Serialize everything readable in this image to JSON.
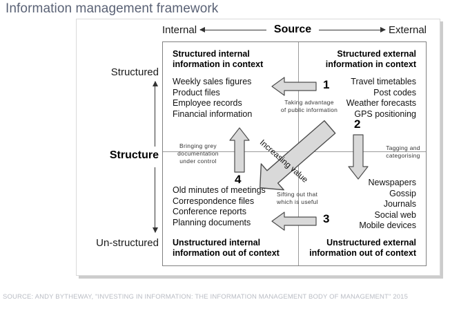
{
  "page": {
    "title": "Information management framework",
    "title_color": "#5a6275",
    "source_note": "SOURCE: ANDY BYTHEWAY, \"INVESTING IN INFORMATION: THE INFORMATION MANAGEMENT BODY OF MANAGEMENT\" 2015",
    "source_note_color": "#b9bcc4"
  },
  "axes": {
    "horizontal": {
      "label": "Source",
      "left_end": "Internal",
      "right_end": "External"
    },
    "vertical": {
      "label": "Structure",
      "top_end": "Structured",
      "bottom_end": "Un-structured"
    }
  },
  "quadrants": [
    {
      "id": "structured-internal",
      "heading": "Structured internal\ninformation in context",
      "heading_line1": "Structured internal",
      "heading_line2": "information in context",
      "align": "left",
      "items": [
        "Weekly sales figures",
        "Product files",
        "Employee records",
        "Financial information"
      ]
    },
    {
      "id": "structured-external",
      "heading_line1": "Structured external",
      "heading_line2": "information in context",
      "align": "right",
      "items": [
        "Travel timetables",
        "Post codes",
        "Weather forecasts",
        "GPS positioning"
      ]
    },
    {
      "id": "unstructured-internal",
      "heading_line1": "Unstructured internal",
      "heading_line2": "information out of context",
      "align": "left",
      "items": [
        "Old minutes of meetings",
        "Correspondence files",
        "Conference reports",
        "Planning documents"
      ]
    },
    {
      "id": "unstructured-external",
      "heading_line1": "Unstructured external",
      "heading_line2": "information out of context",
      "align": "right",
      "items": [
        "Newspapers",
        "Gossip",
        "Journals",
        "Social web",
        "Mobile devices"
      ]
    }
  ],
  "flows": [
    {
      "number": "1",
      "direction": "left",
      "caption_line1": "Taking  advantage",
      "caption_line2": "of public  information"
    },
    {
      "number": "2",
      "direction": "down",
      "caption_line1": "Tagging  and",
      "caption_line2": "categorising"
    },
    {
      "number": "3",
      "direction": "left",
      "caption_line1": "Sifting  out that",
      "caption_line2": "which  is useful"
    },
    {
      "number": "4",
      "direction": "up",
      "caption_line1": "Bringing  grey",
      "caption_line2": "documentation",
      "caption_line3": "under  control"
    }
  ],
  "value_arrow": {
    "label": "Increasing value",
    "direction": "up-left"
  },
  "colors": {
    "arrow_fill": "#d9d9d9",
    "arrow_stroke": "#4d4d4d",
    "matrix_border": "#808080",
    "divider": "#9a9a9a",
    "panel_shadow": "#cccccc"
  }
}
